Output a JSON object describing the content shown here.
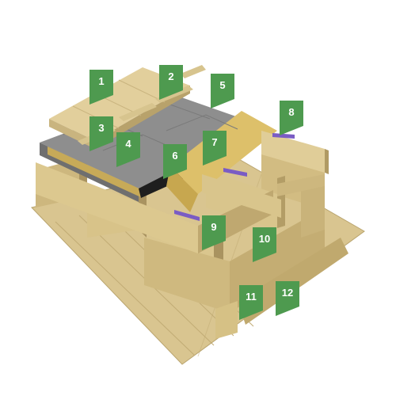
{
  "diagram": {
    "colors": {
      "marker_green": "#4e9a4f",
      "wood_light": "#e2cf9c",
      "wood_mid": "#cdb77e",
      "wood_dark": "#a99360",
      "shingle_grey": "#8e8e8e",
      "osb_yellow": "#ddc06a",
      "membrane_black": "#1e1e1e",
      "clip_purple": "#7a5cc4"
    },
    "markers": [
      {
        "label": "1"
      },
      {
        "label": "2"
      },
      {
        "label": "3"
      },
      {
        "label": "4"
      },
      {
        "label": "5"
      },
      {
        "label": "6"
      },
      {
        "label": "7"
      },
      {
        "label": "8"
      },
      {
        "label": "9"
      },
      {
        "label": "10"
      },
      {
        "label": "11"
      },
      {
        "label": "12"
      }
    ]
  }
}
